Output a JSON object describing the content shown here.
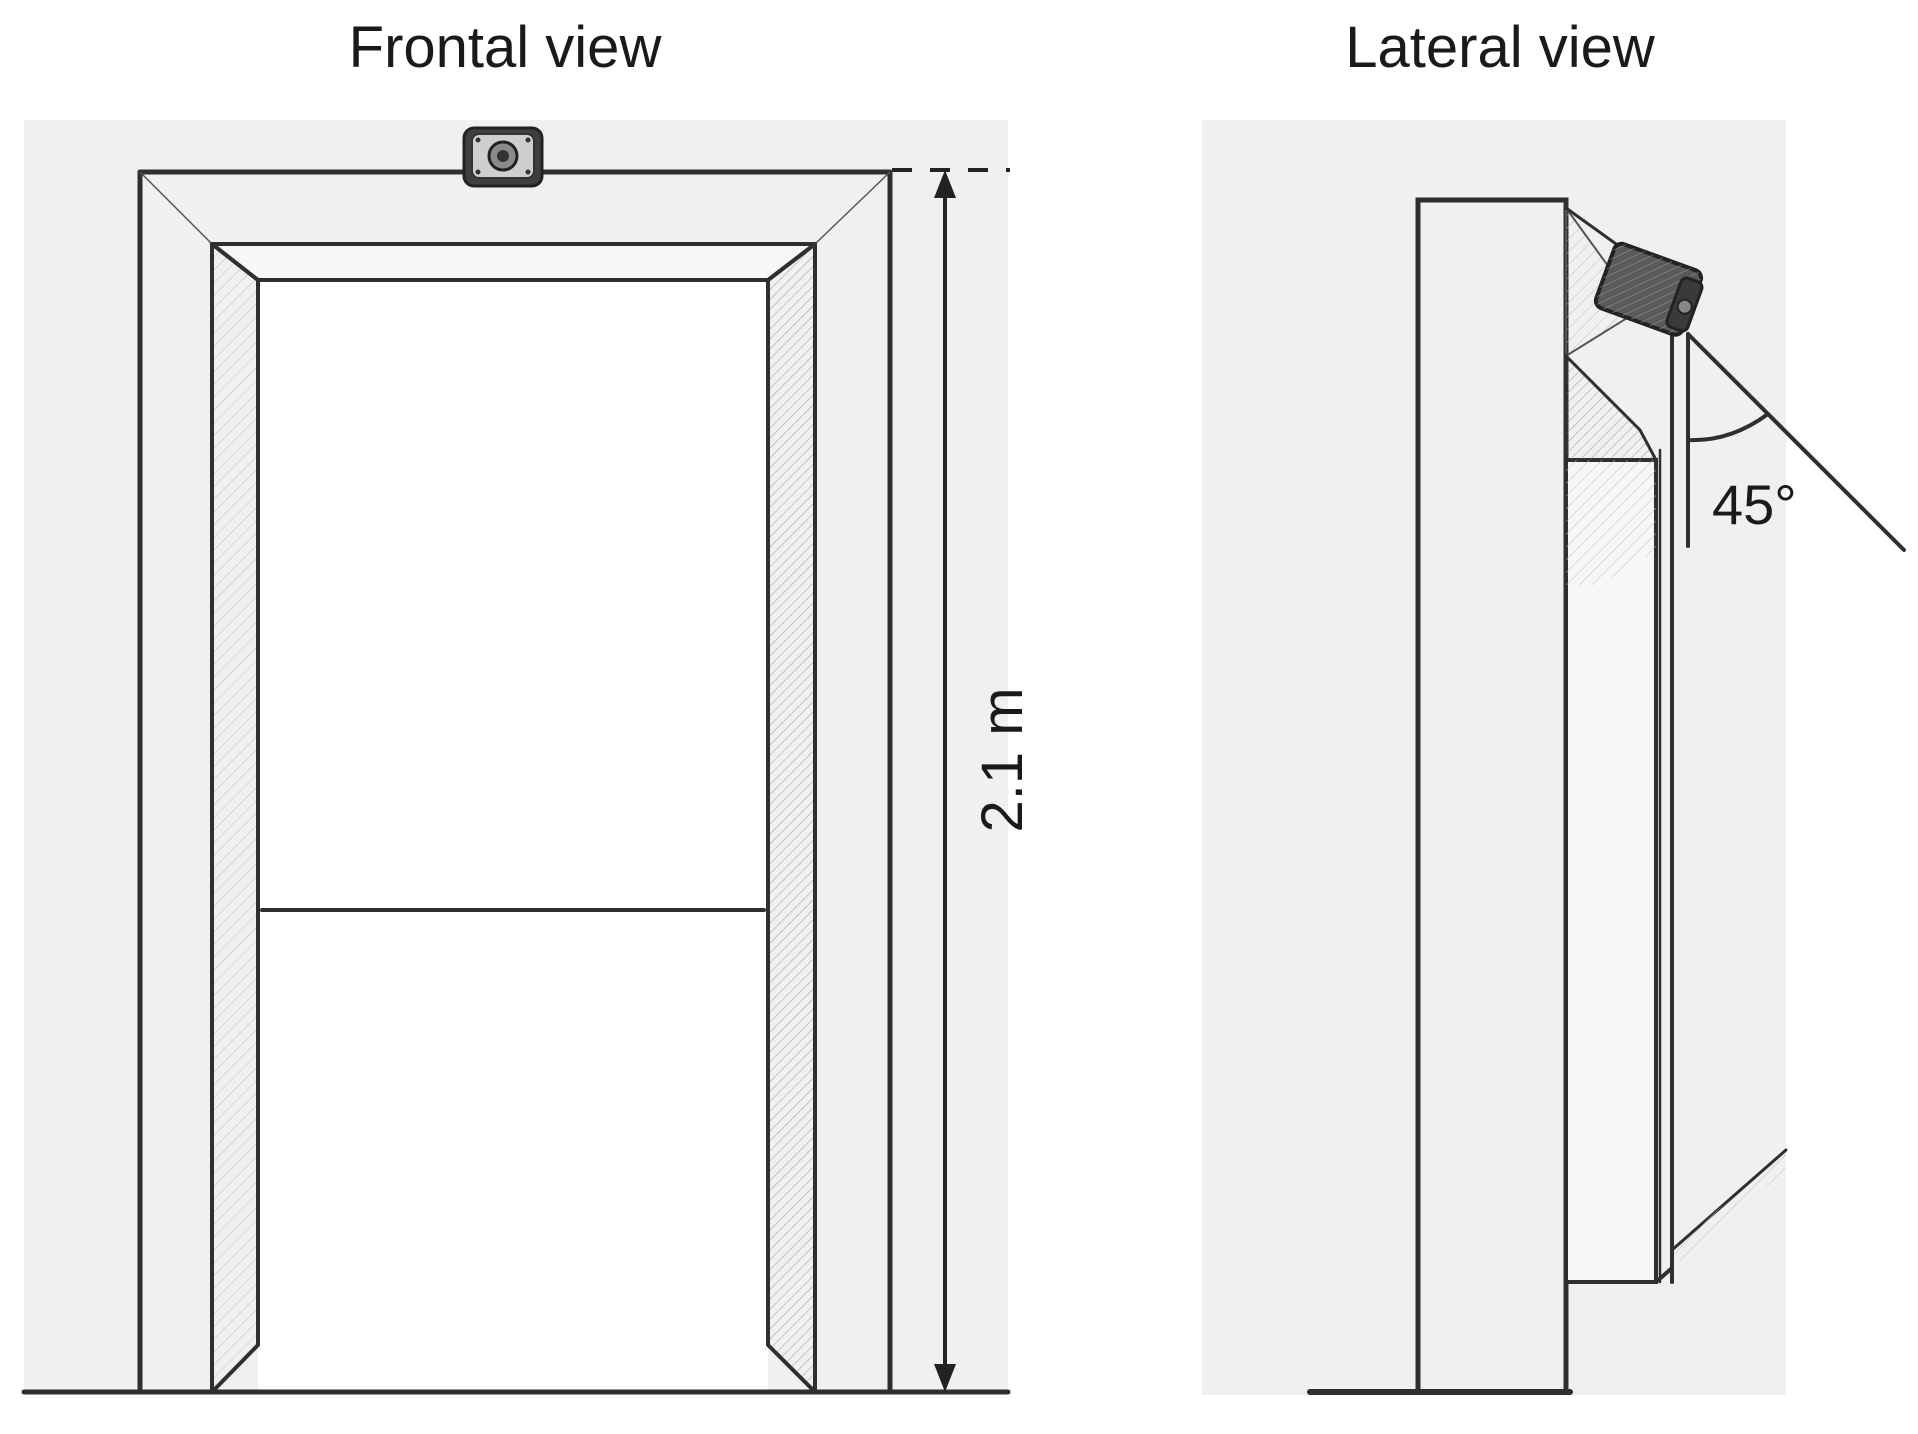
{
  "views": {
    "frontal": {
      "title": "Frontal view",
      "height_label": "2.1 m"
    },
    "lateral": {
      "title": "Lateral view",
      "angle_label": "45°"
    }
  },
  "colors": {
    "paper": "#f0f0f0",
    "ink": "#2f2f2f",
    "opening": "#ffffff",
    "camera_body": "#5a5a5a"
  },
  "icons": {
    "camera": "camera-icon"
  }
}
